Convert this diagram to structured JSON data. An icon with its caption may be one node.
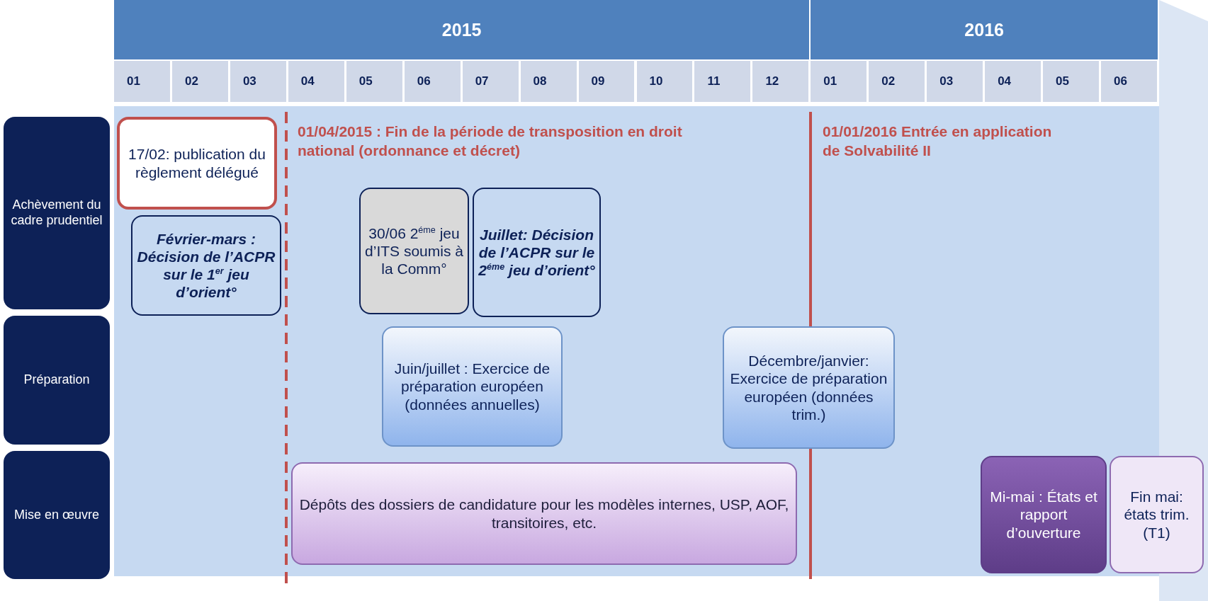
{
  "diagram": {
    "nodes": [
      {
        "text": [
          "Achèvement du cadre prudentiel"
        ]
      },
      {
        "text": [
          "Préparation"
        ]
      },
      {
        "text": [
          "Mise en œuvre"
        ]
      },
      {
        "text": [
          "17/02: publication du règlement délégué"
        ]
      },
      {
        "text": [
          "Février-mars : Décision de l’ACPR sur le 1$^{er}$ jeu d’orient°"
        ]
      },
      {
        "text": [
          "30/06 2$^{éme}$ jeu d’ITS soumis à la Comm°"
        ]
      },
      {
        "text": [
          "Juillet: Décision de l’ACPR sur le 2$^{éme}$ jeu d’orient°"
        ]
      },
      {
        "text": [
          "Juin/juillet : Exercice de préparation européen (données annuelles)"
        ]
      },
      {
        "text": [
          "Décembre/janvier: Exercice de préparation européen (données trim.)"
        ]
      },
      {
        "text": [
          "Dépôts des dossiers de candidature pour les modèles internes, USP, AOF, transitoires, etc."
        ]
      },
      {
        "text": [
          "Mi-mai : États et rapport d’ouverture"
        ]
      },
      {
        "text": [
          "Fin mai: états trim. (T1)"
        ]
      }
    ],
    "labels": [
      "2015",
      "2016",
      "01",
      "02",
      "03",
      "04",
      "05",
      "06",
      "07",
      "08",
      "09",
      "10",
      "11",
      "12",
      "01",
      "02",
      "03",
      "04",
      "05",
      "06",
      "01/04/2015 : Fin de la période de transposition en droit national (ordonnance et décret)",
      "01/01/2016 Entrée en application de Solvabilité II"
    ]
  }
}
